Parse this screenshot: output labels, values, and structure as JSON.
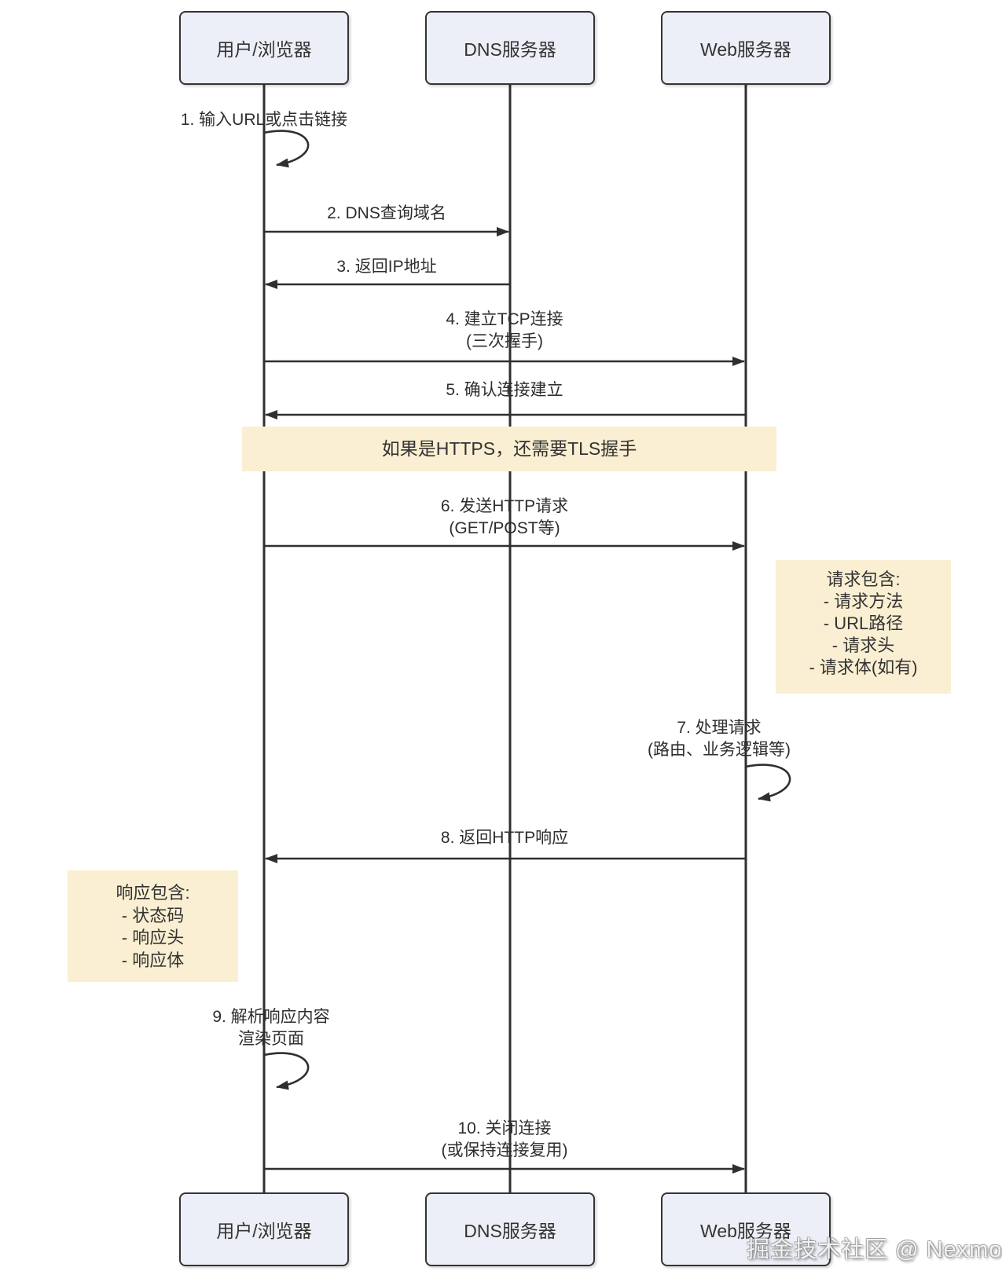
{
  "diagram_title": "HTTP request sequence diagram",
  "actors": [
    {
      "id": "user-browser",
      "label": "用户/浏览器"
    },
    {
      "id": "dns-server",
      "label": "DNS服务器"
    },
    {
      "id": "web-server",
      "label": "Web服务器"
    }
  ],
  "messages": [
    {
      "num": "1",
      "line1": "1. 输入URL或点击链接",
      "line2": "",
      "from": "user-browser",
      "to": "user-browser",
      "type": "self"
    },
    {
      "num": "2",
      "line1": "2. DNS查询域名",
      "line2": "",
      "from": "user-browser",
      "to": "dns-server",
      "type": "arrow-right"
    },
    {
      "num": "3",
      "line1": "3. 返回IP地址",
      "line2": "",
      "from": "dns-server",
      "to": "user-browser",
      "type": "arrow-left"
    },
    {
      "num": "4",
      "line1": "4. 建立TCP连接",
      "line2": "(三次握手)",
      "from": "user-browser",
      "to": "web-server",
      "type": "arrow-right"
    },
    {
      "num": "5",
      "line1": "5. 确认连接建立",
      "line2": "",
      "from": "web-server",
      "to": "user-browser",
      "type": "arrow-left"
    },
    {
      "num": "6",
      "line1": "6. 发送HTTP请求",
      "line2": "(GET/POST等)",
      "from": "user-browser",
      "to": "web-server",
      "type": "arrow-right"
    },
    {
      "num": "7",
      "line1": "7. 处理请求",
      "line2": "(路由、业务逻辑等)",
      "from": "web-server",
      "to": "web-server",
      "type": "self"
    },
    {
      "num": "8",
      "line1": "8. 返回HTTP响应",
      "line2": "",
      "from": "web-server",
      "to": "user-browser",
      "type": "arrow-left"
    },
    {
      "num": "9",
      "line1": "9. 解析响应内容",
      "line2": "渲染页面",
      "from": "user-browser",
      "to": "user-browser",
      "type": "self"
    },
    {
      "num": "10",
      "line1": "10. 关闭连接",
      "line2": "(或保持连接复用)",
      "from": "user-browser",
      "to": "web-server",
      "type": "arrow-right"
    }
  ],
  "notes": {
    "https": {
      "text": "如果是HTTPS，还需要TLS握手"
    },
    "request": {
      "title": "请求包含:",
      "items": [
        "- 请求方法",
        "- URL路径",
        "- 请求头",
        "- 请求体(如有)"
      ]
    },
    "response": {
      "title": "响应包含:",
      "items": [
        "- 状态码",
        "- 响应头",
        "- 响应体"
      ]
    }
  },
  "watermark": "掘金技术社区 @ Nexmoe",
  "colors": {
    "actor_fill": "#eceff7",
    "actor_border": "#343434",
    "note_fill": "#faefd2",
    "line_color": "#2f2f2f",
    "text_color": "#333333",
    "background": "#ffffff"
  }
}
